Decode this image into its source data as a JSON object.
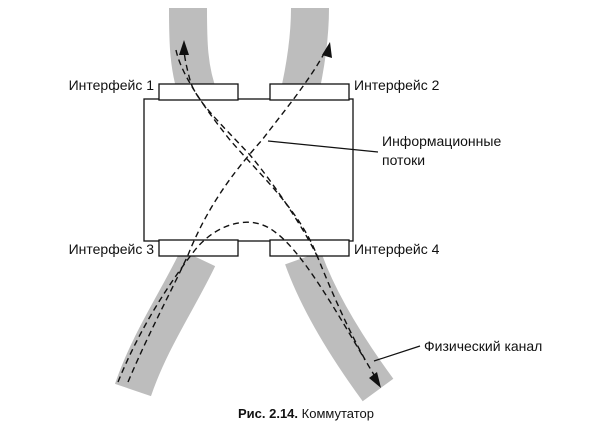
{
  "diagram": {
    "interfaces": [
      {
        "id": "if1",
        "label": "Интерфейс 1"
      },
      {
        "id": "if2",
        "label": "Интерфейс 2"
      },
      {
        "id": "if3",
        "label": "Интерфейс 3"
      },
      {
        "id": "if4",
        "label": "Интерфейс 4"
      }
    ],
    "info_flows_label": {
      "line1": "Информационные",
      "line2": "потоки"
    },
    "physical_channel_label": "Физический канал",
    "caption": {
      "prefix": "Рис. 2.14.",
      "title": "Коммутатор"
    },
    "colors": {
      "channel": "#bdbdbd",
      "line": "#111111",
      "background": "#ffffff"
    }
  }
}
